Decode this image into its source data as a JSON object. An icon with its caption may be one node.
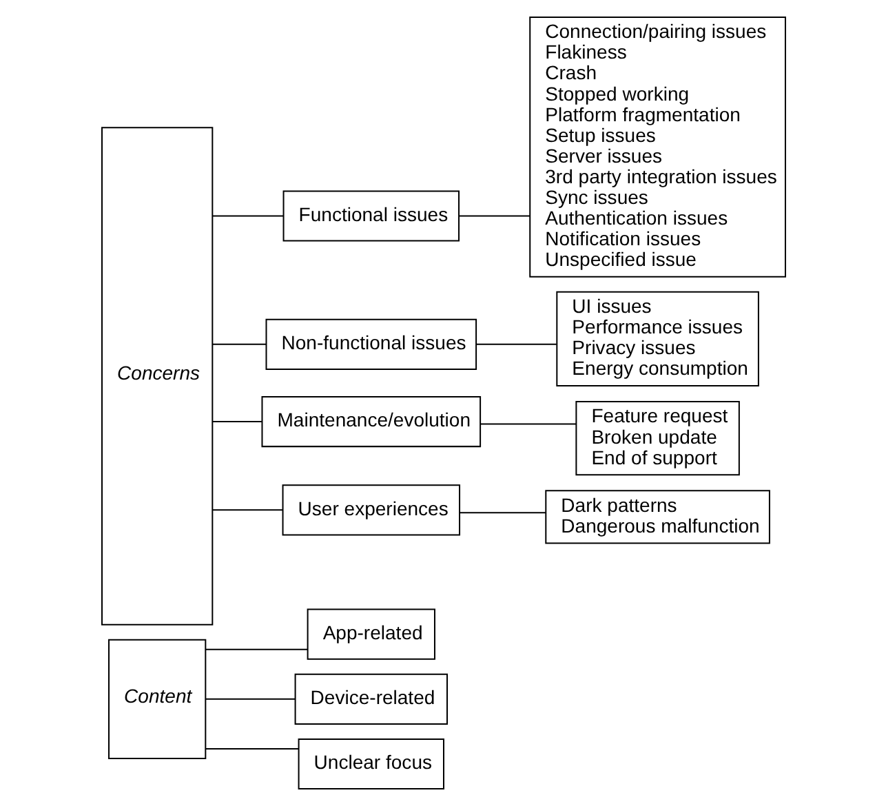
{
  "diagram": {
    "nodes": [
      {
        "text": [
          "Content"
        ]
      },
      {
        "text": [
          "App-related"
        ]
      },
      {
        "text": [
          "Device-related"
        ]
      },
      {
        "text": [
          "Unclear focus"
        ]
      },
      {
        "text": [
          "Concerns"
        ]
      },
      {
        "text": [
          "Functional issues"
        ]
      },
      {
        "text": [
          "Connection/pairing issues",
          "Flakiness",
          "Crash",
          "Stopped working",
          "Platform fragmentation",
          "Setup issues",
          "Server issues",
          "3rd party integration issues",
          "Sync issues",
          "Authentication issues",
          "Notification issues",
          "Unspecified issue"
        ]
      },
      {
        "text": [
          "Non-functional issues"
        ]
      },
      {
        "text": [
          "UI issues",
          "Performance issues",
          "Privacy issues",
          "Energy consumption"
        ]
      },
      {
        "text": [
          "Maintenance/evolution"
        ]
      },
      {
        "text": [
          "Feature request",
          "Broken update",
          "End of support"
        ]
      },
      {
        "text": [
          "User experiences"
        ]
      },
      {
        "text": [
          "Dark patterns",
          "Dangerous malfunction"
        ]
      }
    ],
    "edges": [
      {
        "from": 0,
        "to": 1,
        "arrow": "none"
      },
      {
        "from": 0,
        "to": 2,
        "arrow": "none"
      },
      {
        "from": 0,
        "to": 3,
        "arrow": "none"
      },
      {
        "from": 4,
        "to": 5,
        "arrow": "none"
      },
      {
        "from": 4,
        "to": 7,
        "arrow": "none"
      },
      {
        "from": 4,
        "to": 9,
        "arrow": "none"
      },
      {
        "from": 4,
        "to": 11,
        "arrow": "none"
      },
      {
        "from": 5,
        "to": 6,
        "arrow": "none"
      },
      {
        "from": 7,
        "to": 8,
        "arrow": "none"
      },
      {
        "from": 9,
        "to": 10,
        "arrow": "none"
      },
      {
        "from": 11,
        "to": 12,
        "arrow": "none"
      }
    ]
  }
}
